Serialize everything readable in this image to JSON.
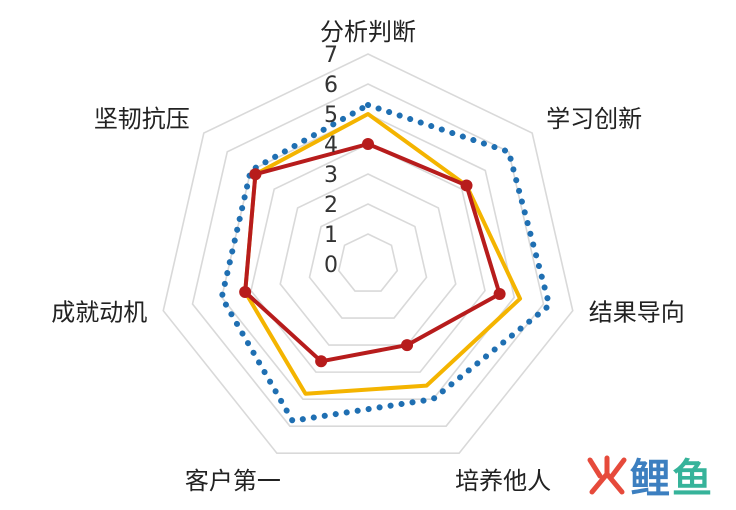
{
  "chart_data": {
    "type": "radar",
    "categories": [
      "分析判断",
      "学习创新",
      "结果导向",
      "培养他人",
      "客户第一",
      "成就动机",
      "坚韧抗压"
    ],
    "rlim": [
      0,
      7
    ],
    "ticks": [
      "0",
      "1",
      "2",
      "3",
      "4",
      "5",
      "6",
      "7"
    ],
    "grid": true,
    "series": [
      {
        "values": [
          5.3,
          6.0,
          6.2,
          5.0,
          5.8,
          5.0,
          5.0
        ],
        "color": "#1f6fb2",
        "style": "dotted"
      },
      {
        "values": [
          5.0,
          4.2,
          5.2,
          4.5,
          4.8,
          4.2,
          4.8
        ],
        "color": "#f4b400",
        "style": "solid"
      },
      {
        "values": [
          4.0,
          4.2,
          4.5,
          3.0,
          3.6,
          4.2,
          4.8
        ],
        "color": "#b71c1c",
        "style": "solid-marker"
      }
    ]
  },
  "watermark": {
    "text": "鲤鱼",
    "colors": [
      "#e64a3b",
      "#3c7fc0",
      "#36b39a"
    ]
  }
}
